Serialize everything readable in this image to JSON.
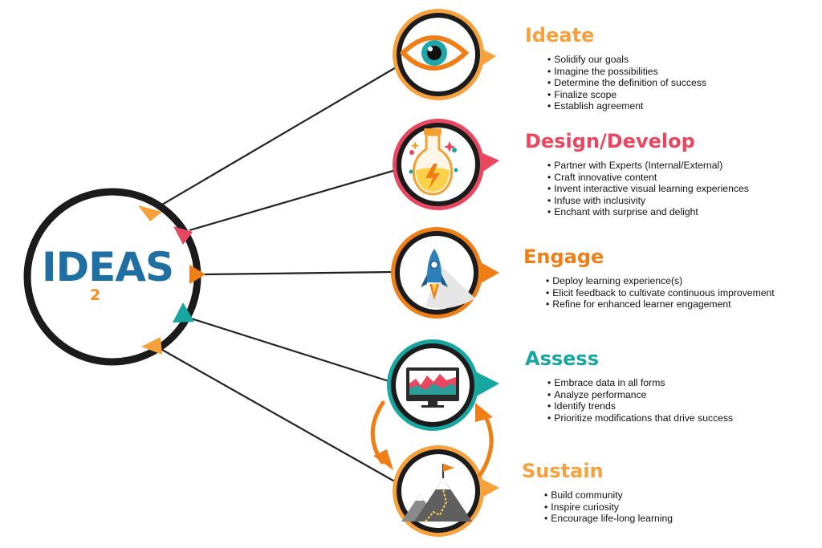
{
  "logo": {
    "main": "IDEAS",
    "subscript": "2"
  },
  "colors": {
    "ideate": "#f7a13d",
    "design": "#e8475f",
    "engage": "#f07e16",
    "assess": "#17a6a1",
    "sustain": "#f7a13d",
    "logo_blue": "#1f6fa3",
    "logo_orange": "#f28c1f"
  },
  "sections": [
    {
      "title": "Ideate",
      "icon": "eye-icon",
      "bullets": [
        "Solidify our goals",
        "Imagine the possibilities",
        "Determine the definition of success",
        "Finalize scope",
        "Establish agreement"
      ]
    },
    {
      "title": "Design/Develop",
      "icon": "potion-flask-icon",
      "bullets": [
        "Partner with Experts (Internal/External)",
        "Craft innovative content",
        "Invent interactive visual learning experiences",
        "Infuse with inclusivity",
        "Enchant with surprise and delight"
      ]
    },
    {
      "title": "Engage",
      "icon": "rocket-icon",
      "bullets": [
        "Deploy learning experience(s)",
        "Elicit feedback to cultivate continuous improvement",
        "Refine for enhanced learner engagement"
      ]
    },
    {
      "title": "Assess",
      "icon": "monitor-chart-icon",
      "bullets": [
        "Embrace data in all forms",
        "Analyze performance",
        "Identify trends",
        "Prioritize modifications that drive success"
      ]
    },
    {
      "title": "Sustain",
      "icon": "mountain-flag-icon",
      "bullets": [
        "Build community",
        "Inspire curiosity",
        "Encourage life-long learning"
      ]
    }
  ]
}
